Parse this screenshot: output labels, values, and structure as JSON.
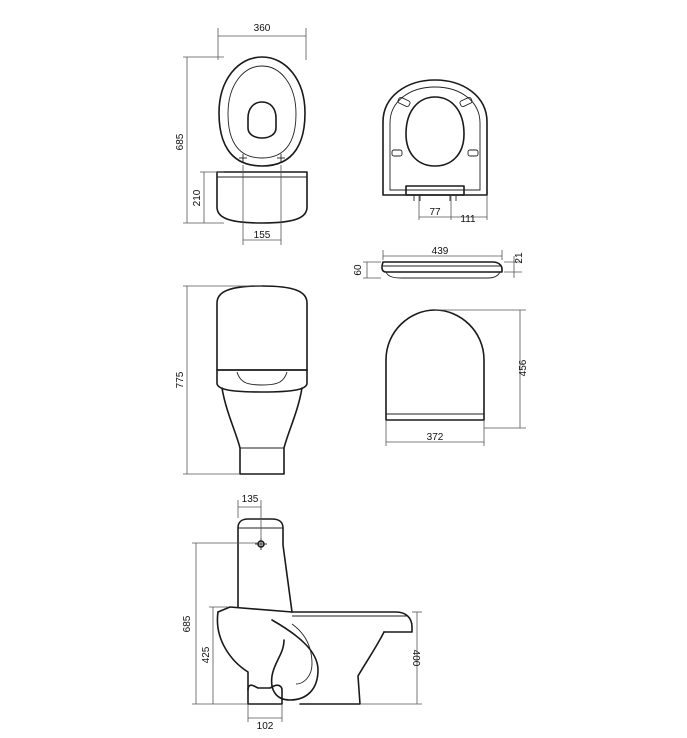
{
  "top_view": {
    "width_label": "360",
    "depth_label": "685",
    "tank_depth_label": "210",
    "fixing_spacing_label": "155"
  },
  "seat_top_view": {
    "hinge_spacing_label": "77",
    "hinge_offset_label": "111"
  },
  "seat_side_view": {
    "length_label": "439",
    "height_label": "60",
    "thickness_label": "21"
  },
  "front_view": {
    "height_label": "775"
  },
  "seat_lid_view": {
    "length_label": "456",
    "width_label": "372"
  },
  "side_view": {
    "tank_offset_label": "135",
    "height_label": "685",
    "seat_height_label": "425",
    "outlet_height_label": "400",
    "outlet_width_label": "102"
  }
}
